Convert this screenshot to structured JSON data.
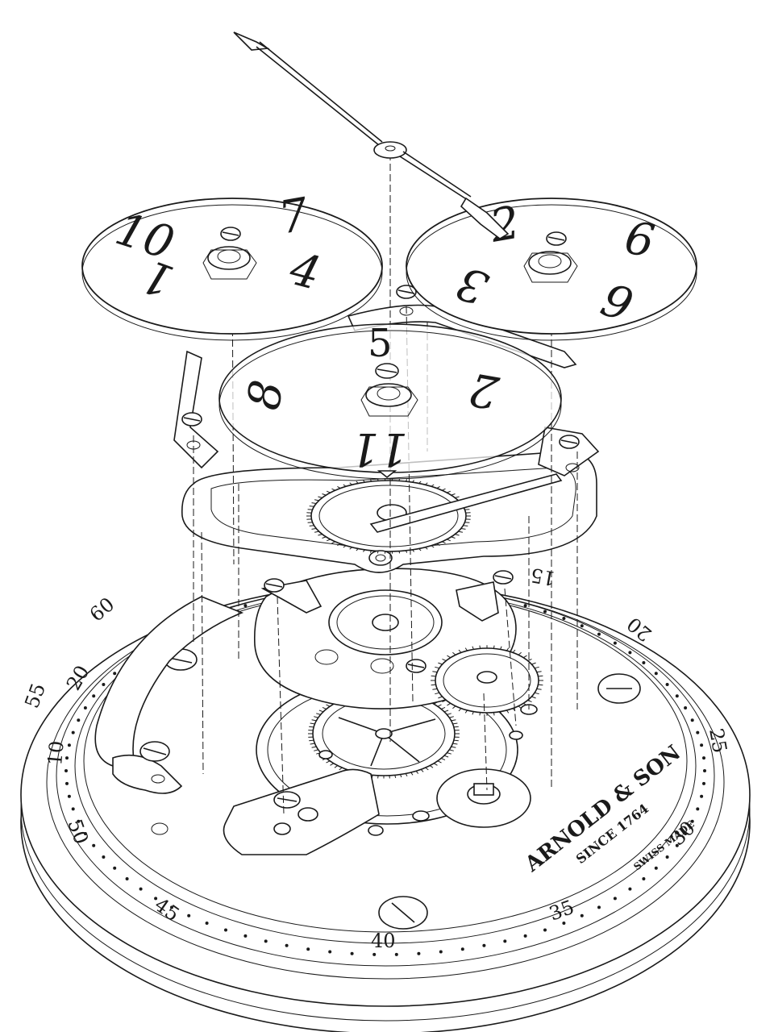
{
  "disc_left": {
    "numerals": [
      "10",
      "7",
      "1",
      "4"
    ]
  },
  "disc_right": {
    "numerals": [
      "2",
      "9",
      "3",
      "6"
    ]
  },
  "disc_center": {
    "numerals": [
      "5",
      "8",
      "2",
      "11"
    ]
  },
  "bezel_labels": [
    "60",
    "55",
    "50",
    "45",
    "40",
    "35",
    "30",
    "25",
    "20",
    "15",
    "10",
    "20"
  ],
  "brand": {
    "name": "ARNOLD & SON",
    "since": "SINCE 1764",
    "swiss": "SWISS MADE"
  }
}
